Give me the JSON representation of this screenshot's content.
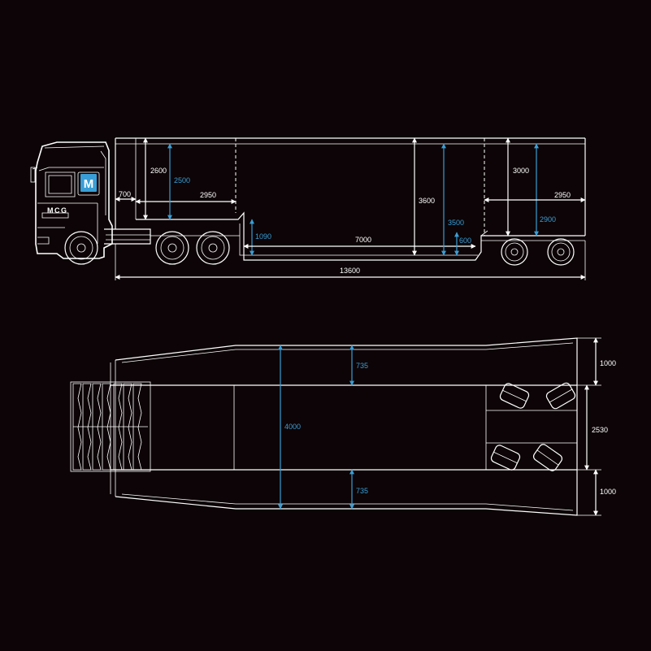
{
  "colors": {
    "background": "#0c0406",
    "lines": "#ffffff",
    "accent": "#3a9ed6"
  },
  "side_view": {
    "dims": {
      "cab_offset": "700",
      "gooseneck_length": "2950",
      "gooseneck_height_outer": "2600",
      "gooseneck_height_inner": "2500",
      "deck_height_outer": "3600",
      "deck_height_inner": "3500",
      "deck_length": "7000",
      "deck_ground_clearance": "1090",
      "deck_step": "600",
      "rear_height_outer": "3000",
      "rear_height_inner": "2900",
      "rear_length": "2950",
      "total_length": "13600"
    },
    "cab_logo": {
      "badge_letter": "M",
      "brand_text": "MCG"
    }
  },
  "top_view": {
    "dims": {
      "side_clearance_top": "735",
      "total_width": "4000",
      "side_clearance_bottom": "735",
      "overhang_top": "1000",
      "axle_width": "2530",
      "overhang_bottom": "1000"
    }
  }
}
